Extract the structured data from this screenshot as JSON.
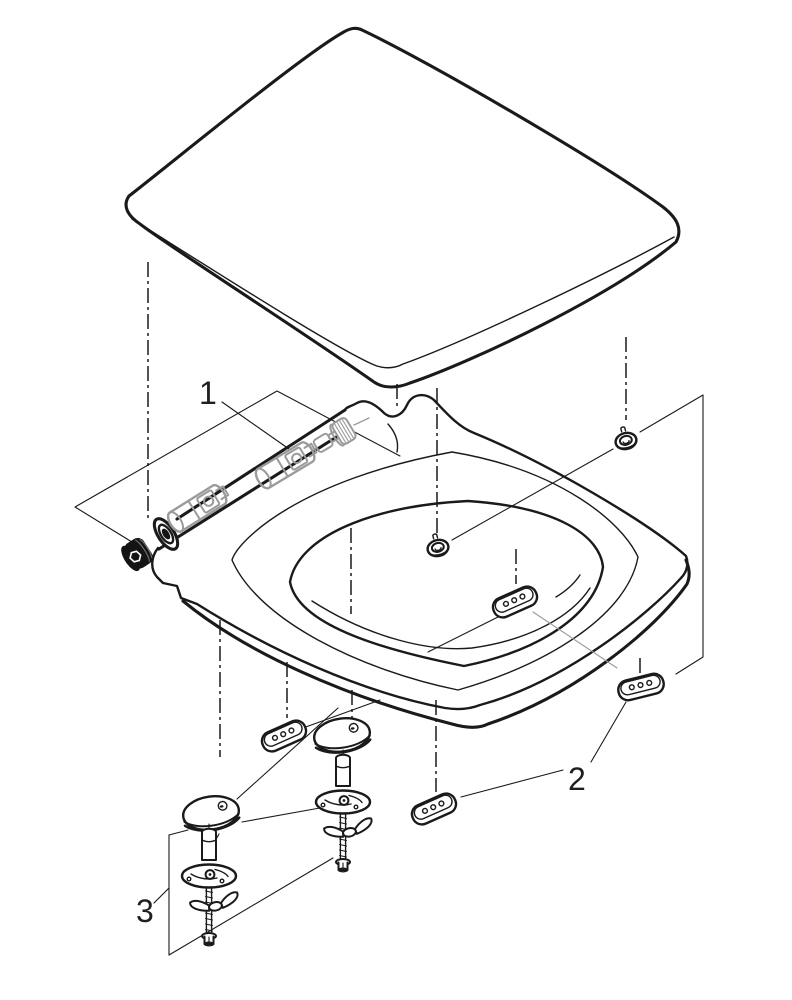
{
  "page": {
    "background": "#ffffff"
  },
  "diagram": {
    "type": "exploded-parts-diagram",
    "line_color": "#1a1a1a",
    "gray_color": "#9b9b9b",
    "callouts": [
      {
        "label": "1",
        "component": "hinge-damper-set"
      },
      {
        "label": "2",
        "component": "buffer-set"
      },
      {
        "label": "3",
        "component": "fixing-set"
      }
    ],
    "components": [
      "seat-lid",
      "seat-ring",
      "hinge-damper-cartridge",
      "hinge-knurled-cap",
      "hinge-end-cap-black",
      "lid-buffer-round",
      "seat-buffer-oval",
      "cover-cap-round",
      "mounting-plate-bolt",
      "wing-nut",
      "threaded-rod-nut"
    ]
  }
}
